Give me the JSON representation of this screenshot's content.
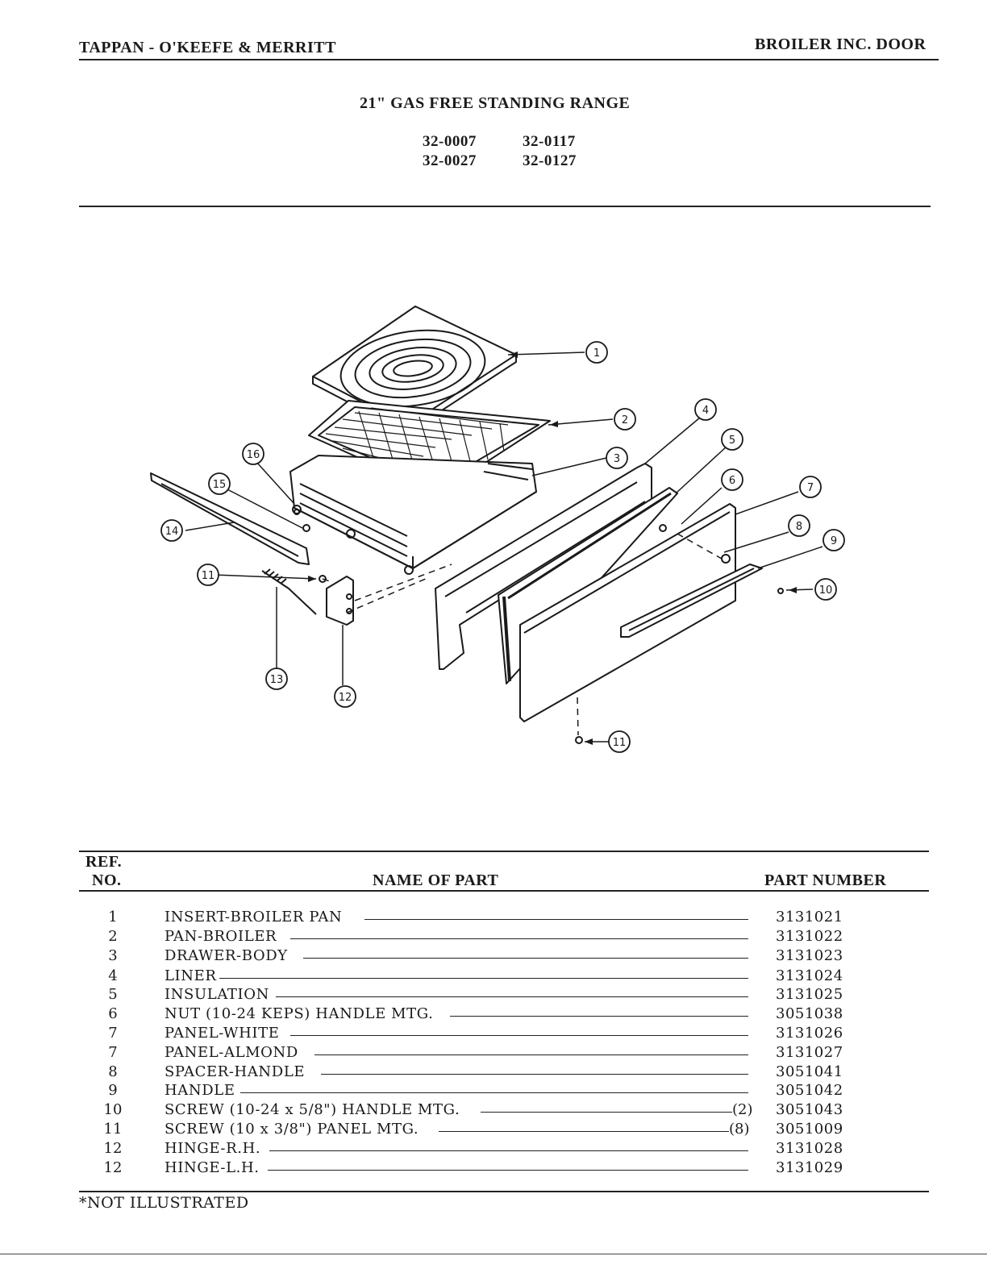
{
  "header": {
    "brand": "TAPPAN - O'KEEFE & MERRITT",
    "section": "BROILER INC. DOOR"
  },
  "title": "21\" GAS FREE STANDING RANGE",
  "models": [
    "32-0007",
    "32-0117",
    "32-0027",
    "32-0127"
  ],
  "callouts": [
    "1",
    "2",
    "3",
    "4",
    "5",
    "6",
    "7",
    "8",
    "9",
    "10",
    "11",
    "12",
    "13",
    "14",
    "15",
    "16",
    "11"
  ],
  "table": {
    "ref_header_line1": "REF.",
    "ref_header_line2": "NO.",
    "name_header": "NAME OF PART",
    "part_header": "PART NUMBER",
    "rows": [
      {
        "ref": "1",
        "name": "INSERT-BROILER PAN",
        "qty": "",
        "part": "3131021"
      },
      {
        "ref": "2",
        "name": "PAN-BROILER",
        "qty": "",
        "part": "3131022"
      },
      {
        "ref": "3",
        "name": "DRAWER-BODY",
        "qty": "",
        "part": "3131023"
      },
      {
        "ref": "4",
        "name": "LINER",
        "qty": "",
        "part": "3131024"
      },
      {
        "ref": "5",
        "name": "INSULATION",
        "qty": "",
        "part": "3131025"
      },
      {
        "ref": "6",
        "name": "NUT (10-24 KEPS) HANDLE MTG.",
        "qty": "",
        "part": "3051038"
      },
      {
        "ref": "7",
        "name": "PANEL-WHITE",
        "qty": "",
        "part": "3131026"
      },
      {
        "ref": "7",
        "name": "PANEL-ALMOND",
        "qty": "",
        "part": "3131027"
      },
      {
        "ref": "8",
        "name": "SPACER-HANDLE",
        "qty": "",
        "part": "3051041"
      },
      {
        "ref": "9",
        "name": "HANDLE",
        "qty": "",
        "part": "3051042"
      },
      {
        "ref": "10",
        "name": "SCREW (10-24 x 5/8\") HANDLE MTG.",
        "qty": "(2)",
        "part": "3051043"
      },
      {
        "ref": "11",
        "name": "SCREW (10 x 3/8\") PANEL MTG.",
        "qty": "(8)",
        "part": "3051009"
      },
      {
        "ref": "12",
        "name": "HINGE-R.H.",
        "qty": "",
        "part": "3131028"
      },
      {
        "ref": "12",
        "name": "HINGE-L.H.",
        "qty": "",
        "part": "3131029"
      }
    ]
  },
  "footnote": "*NOT ILLUSTRATED"
}
